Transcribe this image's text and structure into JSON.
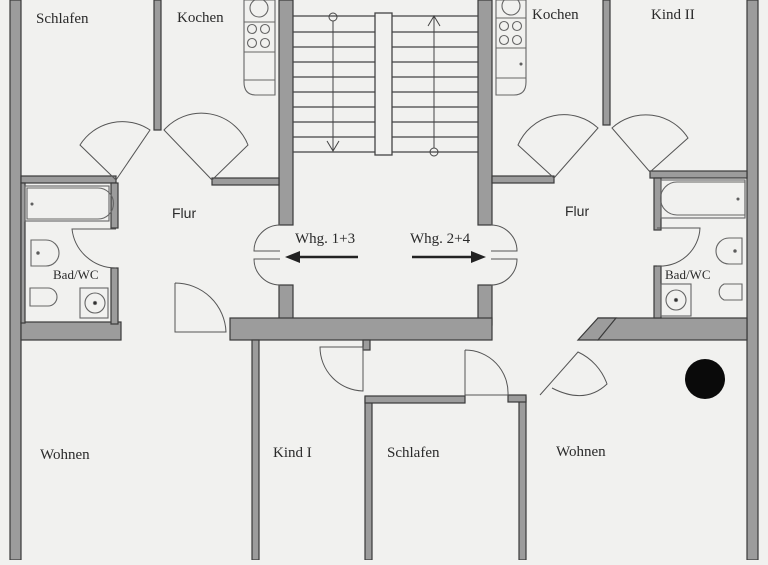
{
  "plan": {
    "type": "floor_plan",
    "colors": {
      "background": "#f1f1ef",
      "wall_fill": "#9c9c9c",
      "wall_line": "#3a3a3a",
      "fixture_line": "#555555",
      "text": "#2a2a2a",
      "marker": "#0a0a0a"
    },
    "rooms": [
      {
        "id": "schlafen-top-left",
        "label": "Schlafen"
      },
      {
        "id": "kochen-left",
        "label": "Kochen"
      },
      {
        "id": "kochen-right",
        "label": "Kochen"
      },
      {
        "id": "kind-ii",
        "label": "Kind II"
      },
      {
        "id": "flur-left",
        "label": "Flur"
      },
      {
        "id": "flur-right",
        "label": "Flur"
      },
      {
        "id": "bad-wc-left",
        "label": "Bad/WC"
      },
      {
        "id": "bad-wc-right",
        "label": "Bad/WC"
      },
      {
        "id": "wohnen-left",
        "label": "Wohnen"
      },
      {
        "id": "kind-i",
        "label": "Kind I"
      },
      {
        "id": "schlafen-bottom",
        "label": "Schlafen"
      },
      {
        "id": "wohnen-right",
        "label": "Wohnen"
      }
    ],
    "staircase": {
      "arrows": [
        {
          "label": "Whg. 1+3",
          "direction": "left"
        },
        {
          "label": "Whg. 2+4",
          "direction": "right"
        }
      ]
    },
    "marker": {
      "shape": "filled-circle"
    }
  }
}
